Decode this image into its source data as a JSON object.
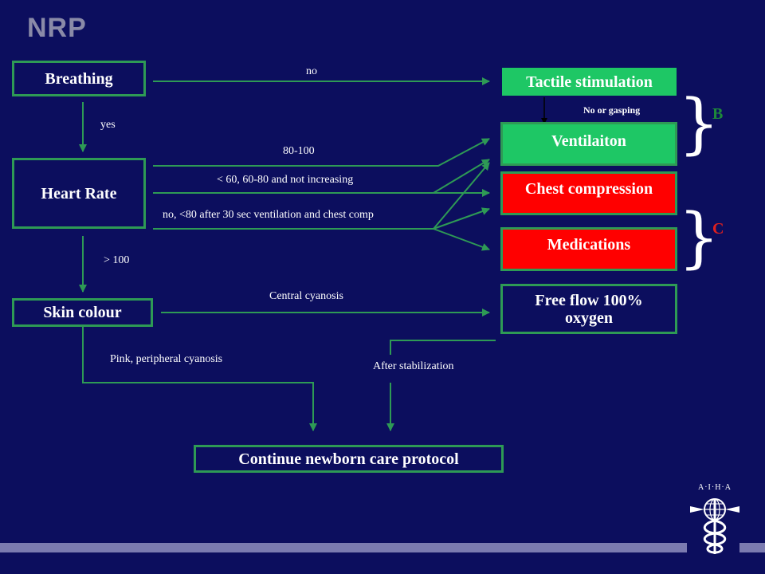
{
  "title": "NRP",
  "boxes": {
    "breathing": "Breathing",
    "heart_rate": "Heart Rate",
    "skin_colour": "Skin colour",
    "tactile": "Tactile stimulation",
    "ventilation": "Ventilaiton",
    "chest": "Chest compression",
    "medications": "Medications",
    "oxygen": "Free flow 100% oxygen",
    "continue": "Continue newborn care protocol"
  },
  "labels": {
    "no": "no",
    "no_or_gasping": "No or gasping",
    "yes": "yes",
    "hr_80_100": "80-100",
    "hr_under_60": "< 60, 60-80 and not increasing",
    "hr_no_80": "no, <80 after 30 sec ventilation and chest comp",
    "hr_over_100": "> 100",
    "central_cyanosis": "Central cyanosis",
    "pink": "Pink, peripheral cyanosis",
    "after_stabilization": "After stabilization"
  },
  "groups": {
    "b": "B",
    "c": "C"
  },
  "logo": {
    "text": "A·I·H·A"
  },
  "colors": {
    "background": "#0c0e5e",
    "line": "#2e9a55",
    "green_box": "#1ec765",
    "red_box": "#ff0000",
    "b_letter": "#1e8a3a",
    "c_letter": "#e0201e"
  }
}
